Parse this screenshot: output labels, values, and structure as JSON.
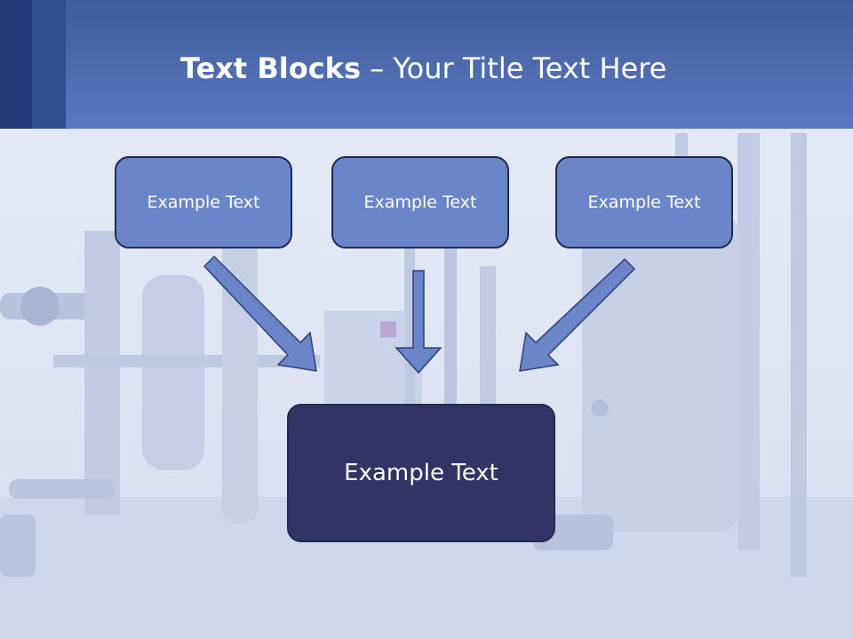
{
  "title": {
    "bold": "Text Blocks",
    "dash": " – ",
    "rest": "Your Title Text Here"
  },
  "boxes": {
    "left": "Example Text",
    "center": "Example Text",
    "right": "Example Text",
    "main": "Example Text"
  },
  "colors": {
    "header": "#5a78c2",
    "header_dark": "#223a78",
    "box_fill": "#6a86c9",
    "main_box_fill": "#343366",
    "arrow_fill": "#6a86c9",
    "border": "#1e2a52"
  }
}
